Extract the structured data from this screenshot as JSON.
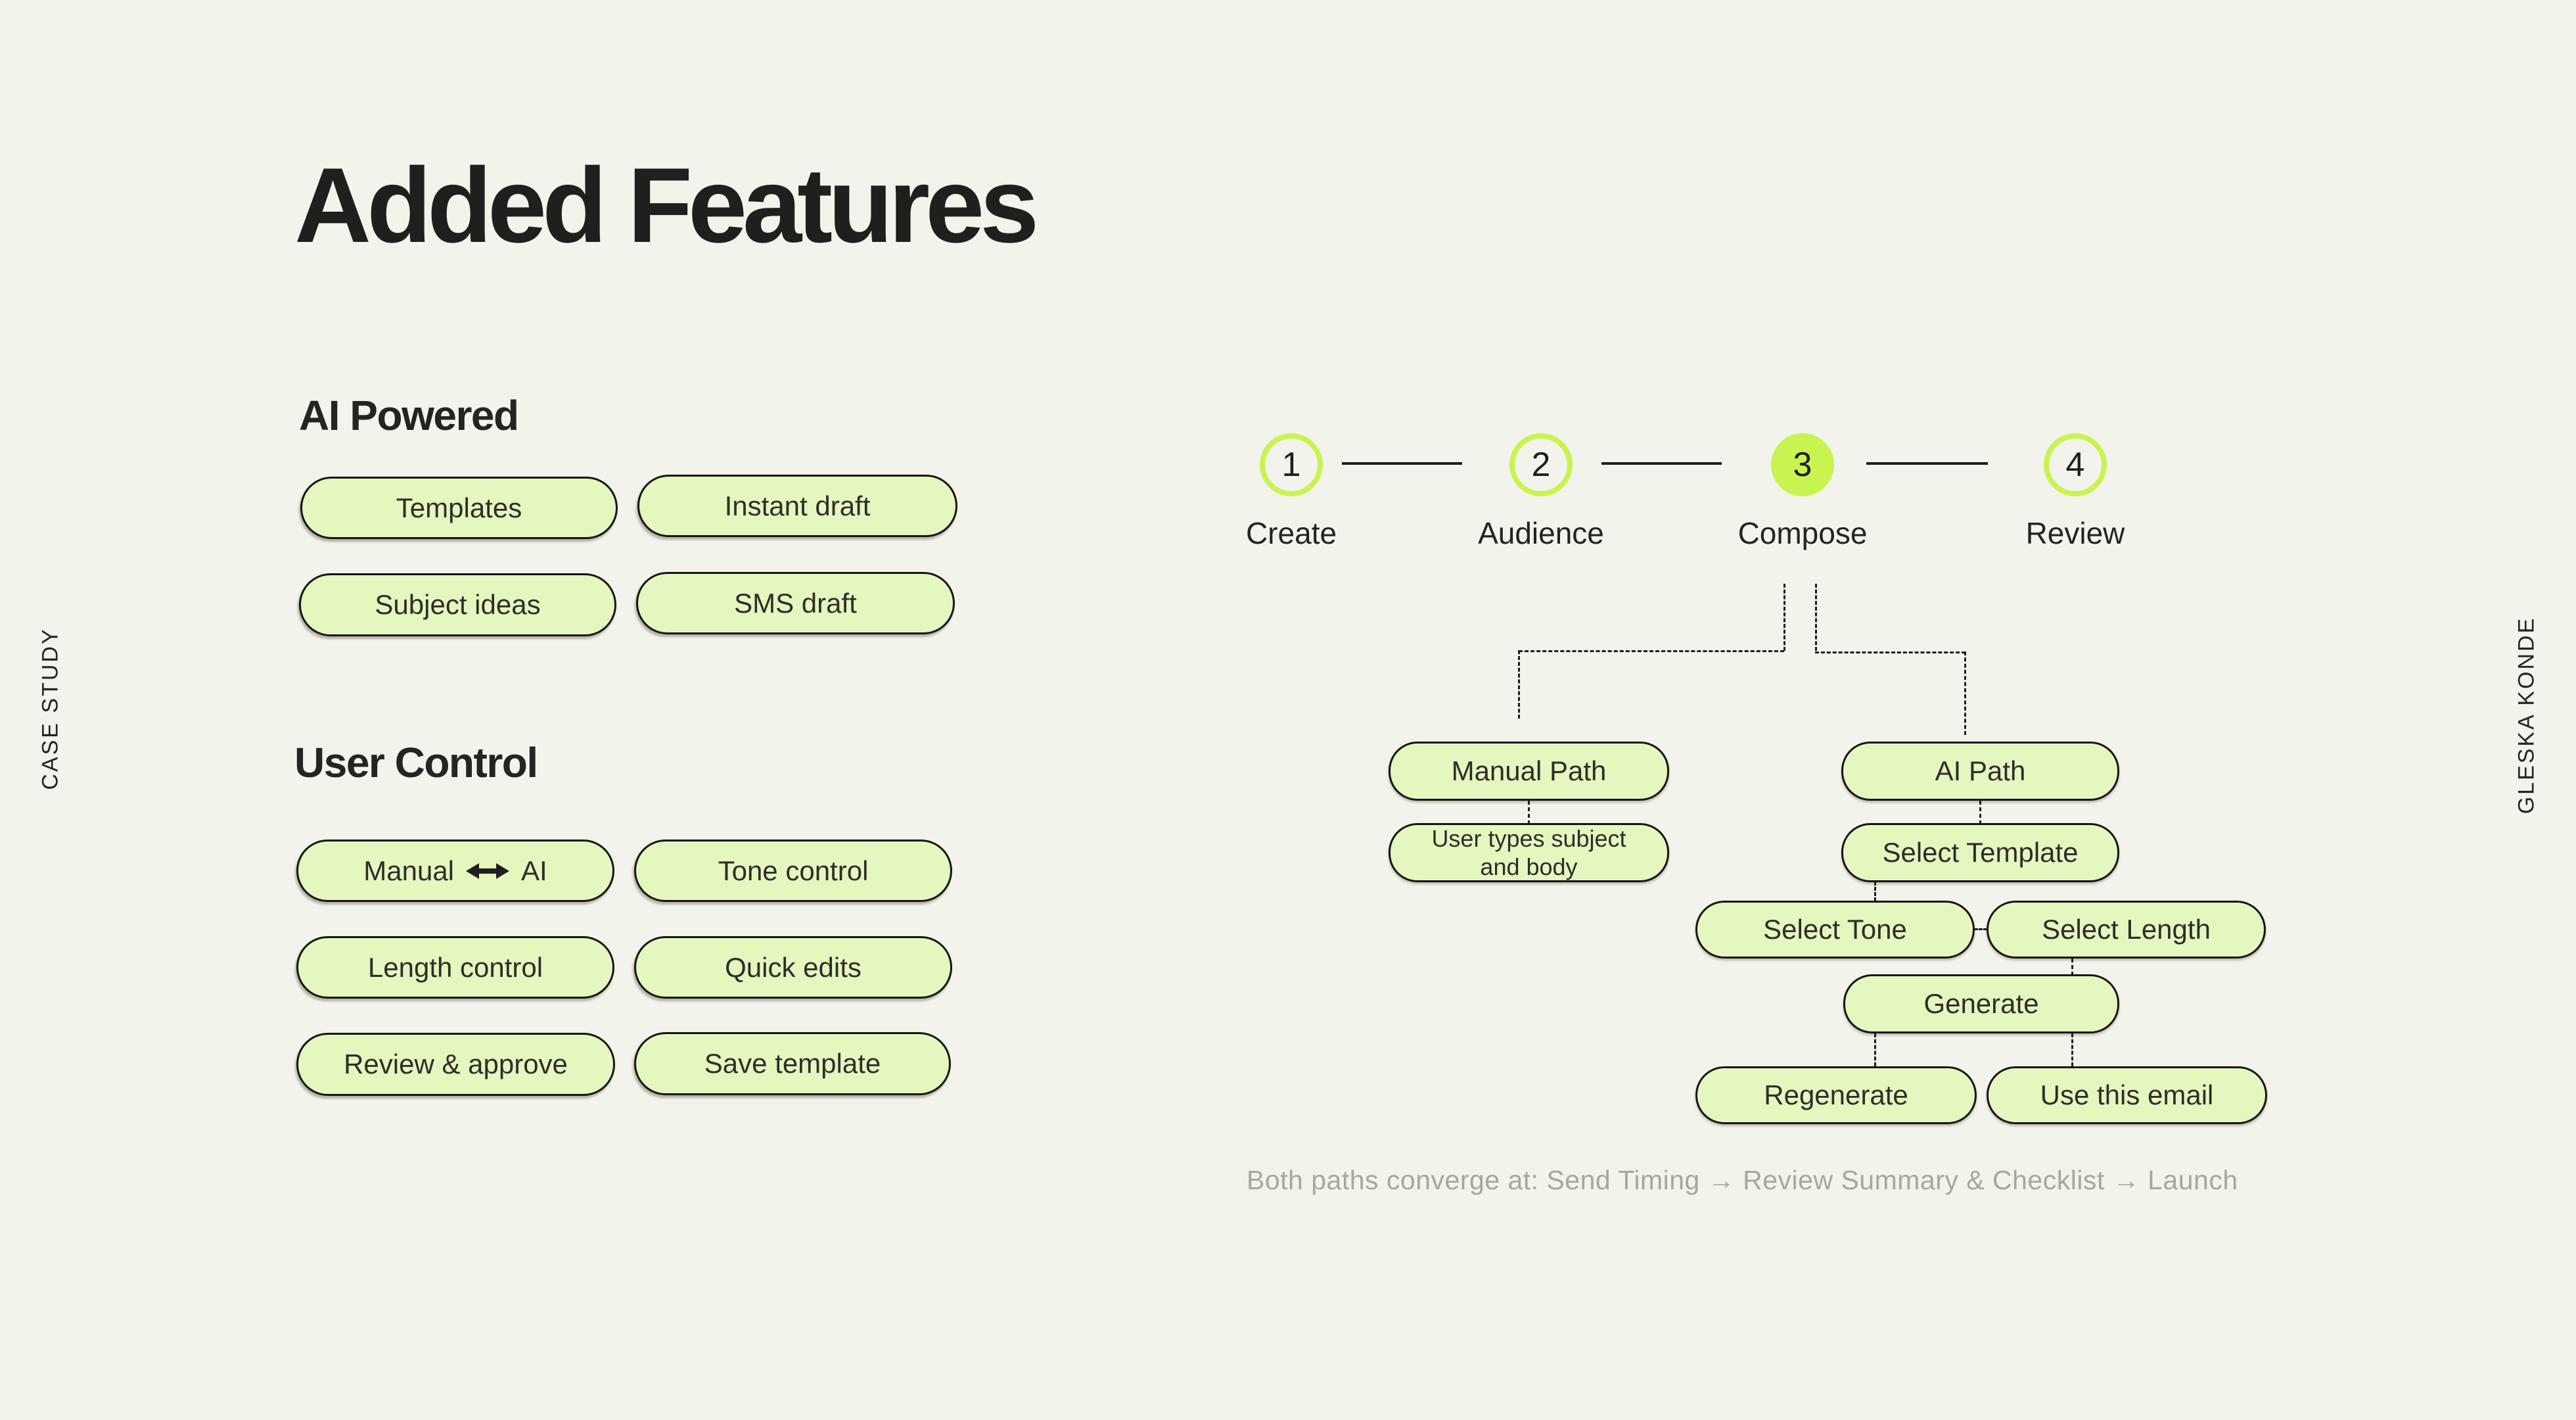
{
  "colors": {
    "background": "#f2f3ea",
    "pill_fill": "#e3f7bf",
    "accent_lime": "#c7f451",
    "ink": "#201f1d",
    "muted_note": "#a7a89c"
  },
  "side_labels": {
    "left": "CASE STUDY",
    "right": "GLESKA KONDE"
  },
  "title": "Added Features",
  "sections": {
    "ai_powered": {
      "heading": "AI Powered",
      "pills": [
        "Templates",
        "Instant draft",
        "Subject ideas",
        "SMS draft"
      ]
    },
    "user_control": {
      "heading": "User Control",
      "manual_ai": {
        "left": "Manual",
        "right": "AI"
      },
      "pills": [
        "Tone control",
        "Length control",
        "Quick edits",
        "Review & approve",
        "Save template"
      ]
    }
  },
  "stepper": {
    "active_step": 3,
    "steps": [
      {
        "num": "1",
        "label": "Create"
      },
      {
        "num": "2",
        "label": "Audience"
      },
      {
        "num": "3",
        "label": "Compose"
      },
      {
        "num": "4",
        "label": "Review"
      }
    ]
  },
  "flowchart": {
    "manual_path": "Manual Path",
    "user_types": "User types subject and body",
    "ai_path": "AI Path",
    "select_template": "Select Template",
    "select_tone": "Select Tone",
    "select_length": "Select Length",
    "generate": "Generate",
    "regenerate": "Regenerate",
    "use_this_email": "Use this email"
  },
  "note": "Both paths converge at: Send Timing → Review Summary & Checklist → Launch"
}
